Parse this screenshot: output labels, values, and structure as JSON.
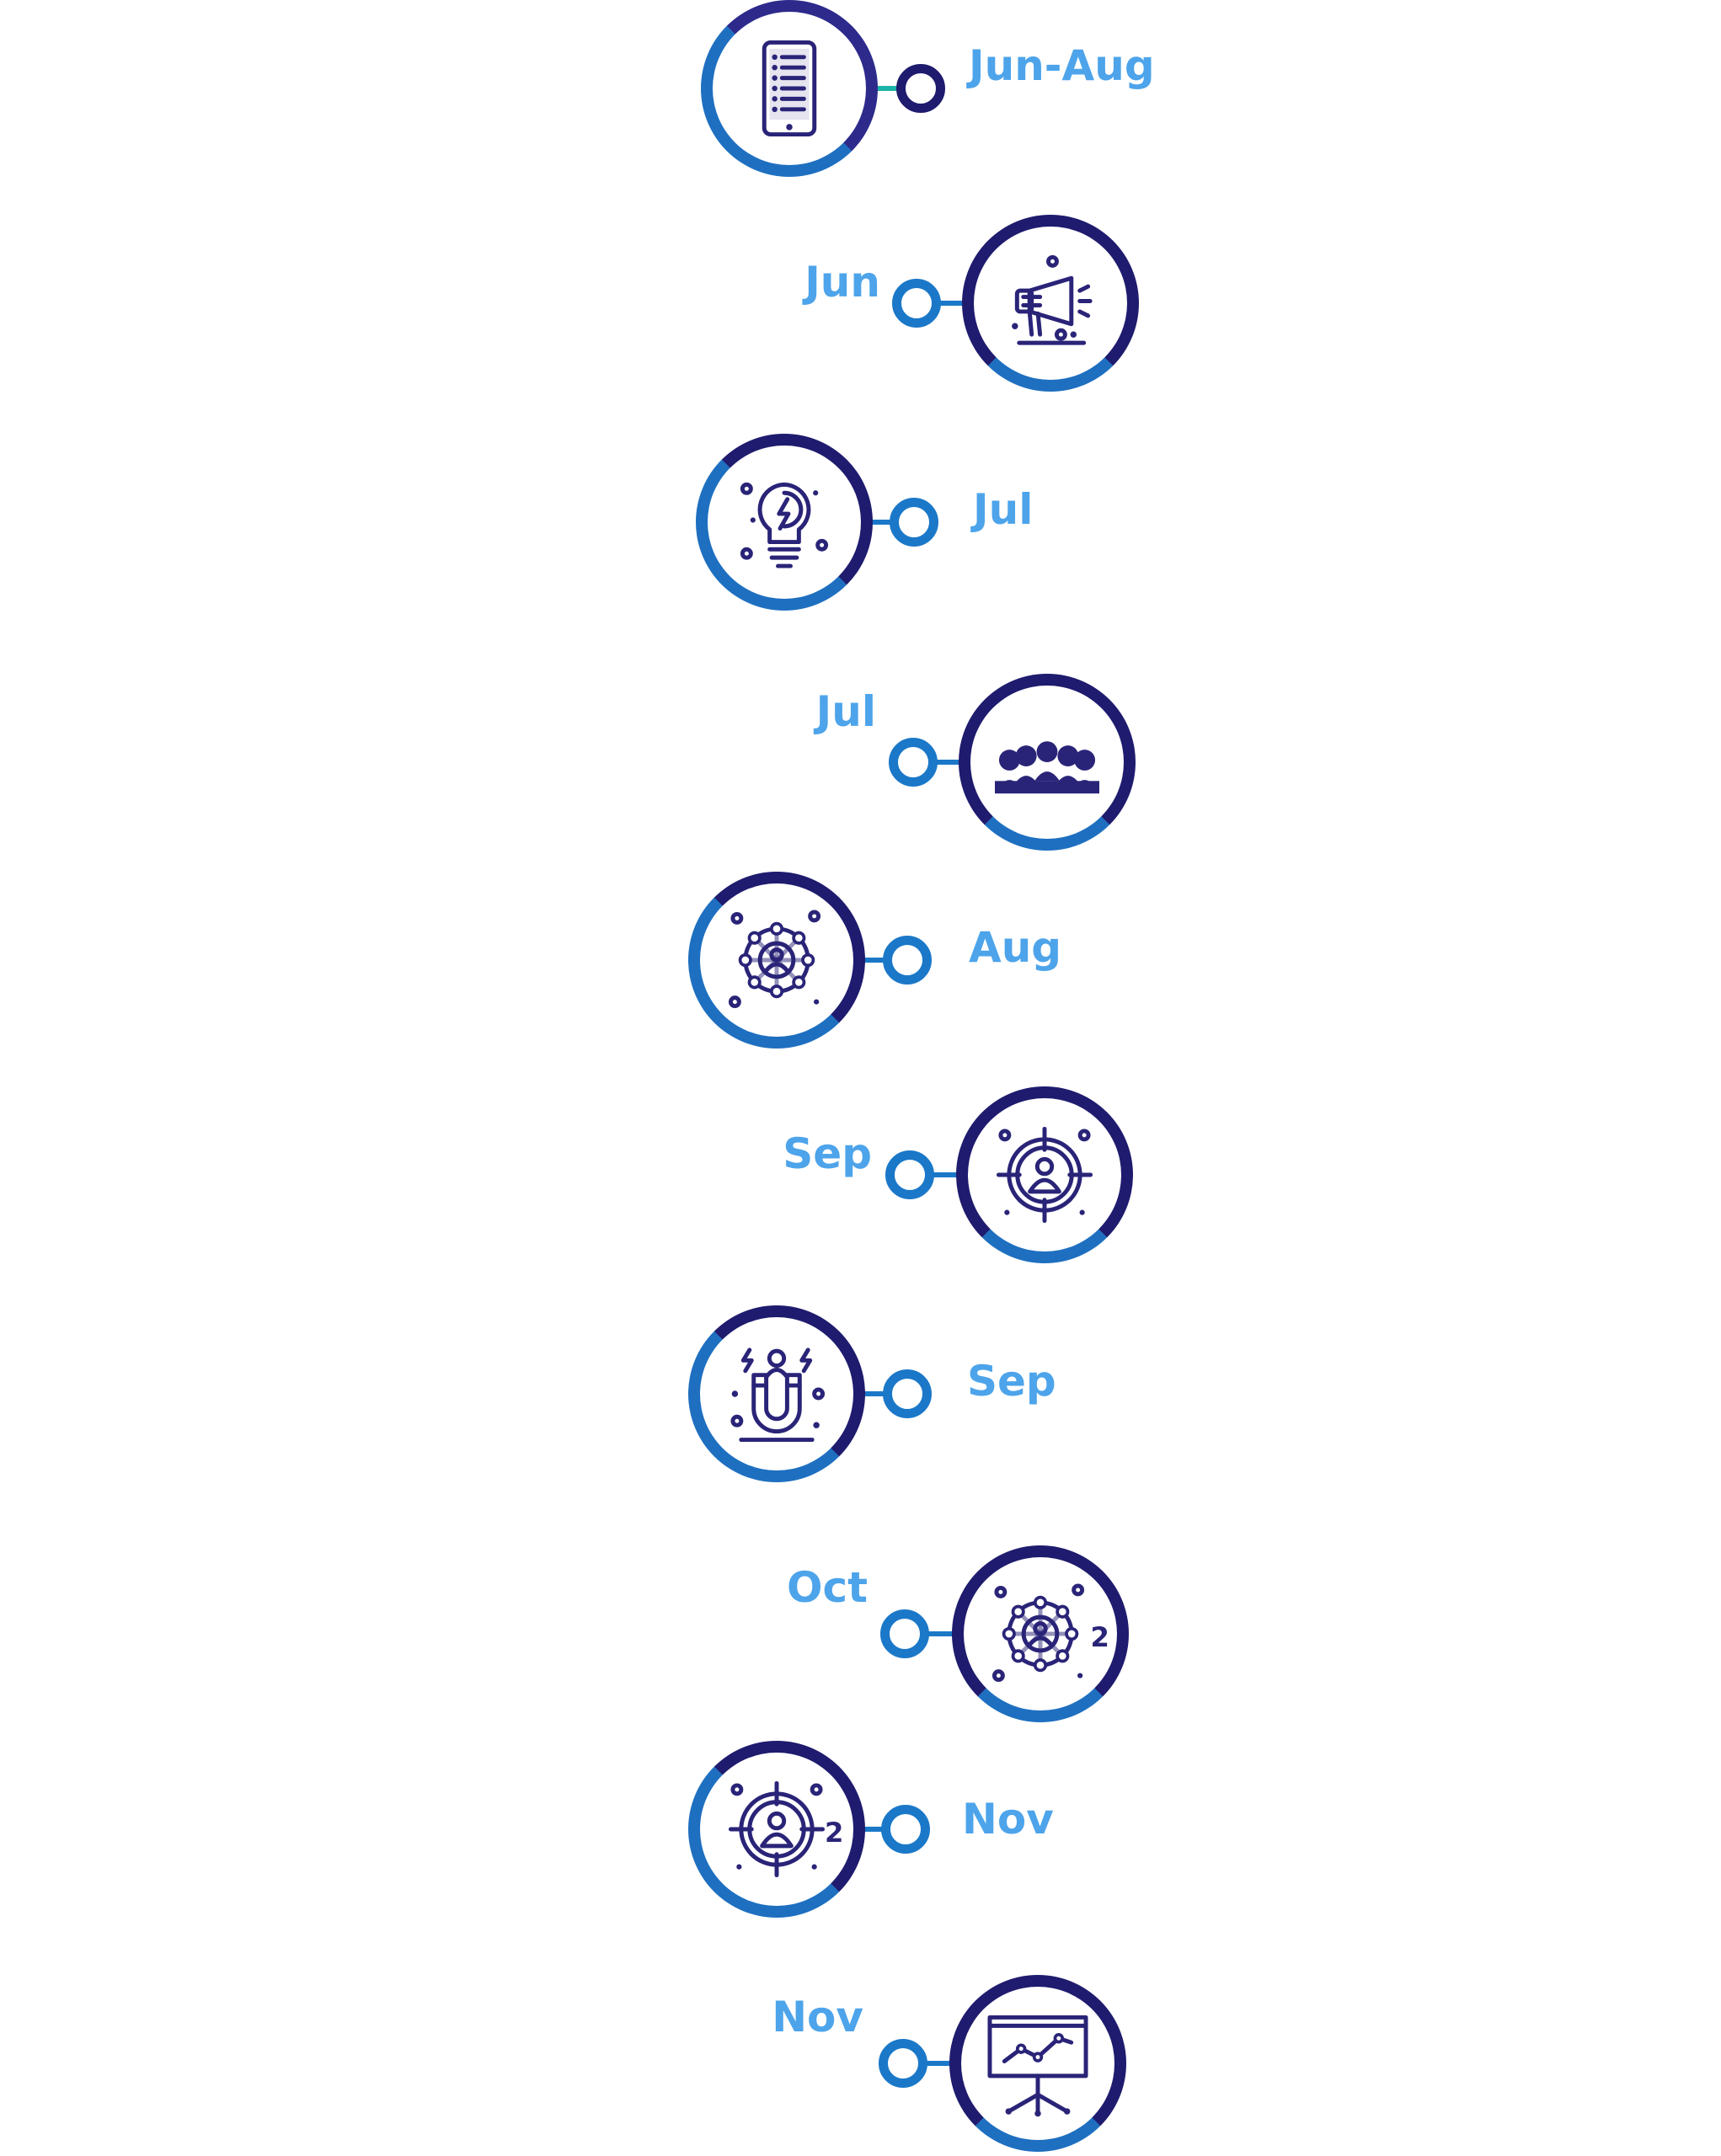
{
  "colors": {
    "label": "#4da4ea",
    "ring_dark": "#1f1b6e",
    "ring_blue": "#1e6fc0",
    "node": "#1b78c8",
    "connector_first": "#1cb3a8",
    "icon": "#2a2478"
  },
  "steps": [
    {
      "label": "Jun-Aug",
      "icon": "smartphone-checklist-icon"
    },
    {
      "label": "Jun",
      "icon": "megaphone-icon"
    },
    {
      "label": "Jul",
      "icon": "lightbulb-idea-icon"
    },
    {
      "label": "Jul",
      "icon": "audience-group-icon"
    },
    {
      "label": "Aug",
      "icon": "network-user-icon"
    },
    {
      "label": "Sep",
      "icon": "target-user-icon"
    },
    {
      "label": "Sep",
      "icon": "magnet-user-icon"
    },
    {
      "label": "Oct",
      "icon": "network-user-2-icon"
    },
    {
      "label": "Nov",
      "icon": "target-user-2-icon"
    },
    {
      "label": "Nov",
      "icon": "presentation-chart-icon"
    }
  ]
}
